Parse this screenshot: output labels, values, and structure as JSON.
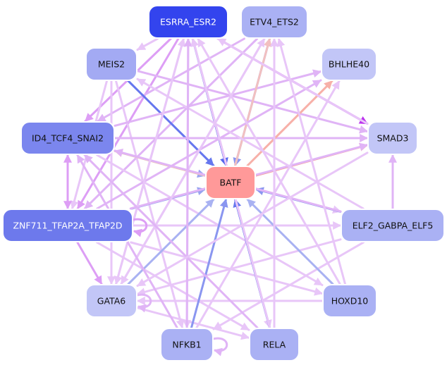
{
  "nodes": {
    "ESRRA_ESR2": {
      "label": "ESRRA_ESR2",
      "fill": "#3344ee",
      "text": "#ffffff"
    },
    "ETV4_ETS2": {
      "label": "ETV4_ETS2",
      "fill": "#aab1f4",
      "text": "#111111"
    },
    "MEIS2": {
      "label": "MEIS2",
      "fill": "#a3aaf3",
      "text": "#111111"
    },
    "BHLHE40": {
      "label": "BHLHE40",
      "fill": "#c2c6f7",
      "text": "#111111"
    },
    "ID4_TCF4_SNAI2": {
      "label": "ID4_TCF4_SNAI2",
      "fill": "#7b86ee",
      "text": "#111111"
    },
    "SMAD3": {
      "label": "SMAD3",
      "fill": "#c2c6f7",
      "text": "#111111"
    },
    "BATF": {
      "label": "BATF",
      "fill": "#ff9999",
      "text": "#111111"
    },
    "ZNF711_TFAP2A_TFAP2D": {
      "label": "ZNF711_TFAP2A_TFAP2D",
      "fill": "#6d79ec",
      "text": "#ffffff"
    },
    "ELF2_GABPA_ELF5": {
      "label": "ELF2_GABPA_ELF5",
      "fill": "#aab1f4",
      "text": "#111111"
    },
    "GATA6": {
      "label": "GATA6",
      "fill": "#c2c6f7",
      "text": "#111111"
    },
    "HOXD10": {
      "label": "HOXD10",
      "fill": "#aab1f4",
      "text": "#111111"
    },
    "NFKB1": {
      "label": "NFKB1",
      "fill": "#aab1f4",
      "text": "#111111"
    },
    "RELA": {
      "label": "RELA",
      "fill": "#aab1f4",
      "text": "#111111"
    }
  },
  "edges": [
    {
      "from": "ESRRA_ESR2",
      "to": "BATF",
      "color": "#5566ee"
    },
    {
      "from": "ESRRA_ESR2",
      "to": "SMAD3",
      "color": "#bb33ee"
    },
    {
      "from": "ESRRA_ESR2",
      "to": "MEIS2",
      "color": "#e8c6f8"
    },
    {
      "from": "ESRRA_ESR2",
      "to": "ID4_TCF4_SNAI2",
      "color": "#dd9ef5"
    },
    {
      "from": "ESRRA_ESR2",
      "to": "ZNF711_TFAP2A_TFAP2D",
      "color": "#dd9ef5"
    },
    {
      "from": "ESRRA_ESR2",
      "to": "GATA6",
      "color": "#e8c6f8"
    },
    {
      "from": "ESRRA_ESR2",
      "to": "NFKB1",
      "color": "#e8c6f8"
    },
    {
      "from": "ESRRA_ESR2",
      "to": "RELA",
      "color": "#e8c6f8"
    },
    {
      "from": "ETV4_ETS2",
      "to": "BATF",
      "color": "#8a96f0"
    },
    {
      "from": "ETV4_ETS2",
      "to": "ID4_TCF4_SNAI2",
      "color": "#e0b4f6"
    },
    {
      "from": "ETV4_ETS2",
      "to": "ZNF711_TFAP2A_TFAP2D",
      "color": "#e0b4f6"
    },
    {
      "from": "ETV4_ETS2",
      "to": "GATA6",
      "color": "#e8c6f8"
    },
    {
      "from": "MEIS2",
      "to": "BATF",
      "color": "#6677ee"
    },
    {
      "from": "MEIS2",
      "to": "SMAD3",
      "color": "#e0b4f6"
    },
    {
      "from": "MEIS2",
      "to": "GATA6",
      "color": "#e8c6f8"
    },
    {
      "from": "MEIS2",
      "to": "NFKB1",
      "color": "#e8c6f8"
    },
    {
      "from": "MEIS2",
      "to": "ZNF711_TFAP2A_TFAP2D",
      "color": "#e8c6f8"
    },
    {
      "from": "ID4_TCF4_SNAI2",
      "to": "BATF",
      "color": "#99a3f0"
    },
    {
      "from": "ID4_TCF4_SNAI2",
      "to": "SMAD3",
      "color": "#e0b4f6"
    },
    {
      "from": "ID4_TCF4_SNAI2",
      "to": "BHLHE40",
      "color": "#e0b4f6"
    },
    {
      "from": "ID4_TCF4_SNAI2",
      "to": "ZNF711_TFAP2A_TFAP2D",
      "color": "#dd9ef5"
    },
    {
      "from": "ID4_TCF4_SNAI2",
      "to": "HOXD10",
      "color": "#e8c6f8"
    },
    {
      "from": "ID4_TCF4_SNAI2",
      "to": "ELF2_GABPA_ELF5",
      "color": "#e8c6f8"
    },
    {
      "from": "BATF",
      "to": "SMAD3",
      "color": "#f7a0a0"
    },
    {
      "from": "BATF",
      "to": "BHLHE40",
      "color": "#f7b0a8"
    },
    {
      "from": "BATF",
      "to": "ETV4_ETS2",
      "color": "#f2c0c0"
    },
    {
      "from": "BATF",
      "to": "ID4_TCF4_SNAI2",
      "color": "#f8caa8"
    },
    {
      "from": "ZNF711_TFAP2A_TFAP2D",
      "to": "BATF",
      "color": "#99a3f0"
    },
    {
      "from": "ZNF711_TFAP2A_TFAP2D",
      "to": "ID4_TCF4_SNAI2",
      "color": "#dd9ef5"
    },
    {
      "from": "ZNF711_TFAP2A_TFAP2D",
      "to": "GATA6",
      "color": "#dd9ef5"
    },
    {
      "from": "ZNF711_TFAP2A_TFAP2D",
      "to": "SMAD3",
      "color": "#e0b4f6"
    },
    {
      "from": "ZNF711_TFAP2A_TFAP2D",
      "to": "BHLHE40",
      "color": "#e0b4f6"
    },
    {
      "from": "ZNF711_TFAP2A_TFAP2D",
      "to": "HOXD10",
      "color": "#e8c6f8"
    },
    {
      "from": "ZNF711_TFAP2A_TFAP2D",
      "to": "RELA",
      "color": "#e8c6f8"
    },
    {
      "from": "ZNF711_TFAP2A_TFAP2D",
      "to": "ELF2_GABPA_ELF5",
      "color": "#e8c6f8"
    },
    {
      "from": "ELF2_GABPA_ELF5",
      "to": "BATF",
      "color": "#8a96f0"
    },
    {
      "from": "ELF2_GABPA_ELF5",
      "to": "SMAD3",
      "color": "#e0b4f6"
    },
    {
      "from": "ELF2_GABPA_ELF5",
      "to": "ID4_TCF4_SNAI2",
      "color": "#e0b4f6"
    },
    {
      "from": "ELF2_GABPA_ELF5",
      "to": "GATA6",
      "color": "#e8c6f8"
    },
    {
      "from": "ELF2_GABPA_ELF5",
      "to": "NFKB1",
      "color": "#e8c6f8"
    },
    {
      "from": "ELF2_GABPA_ELF5",
      "to": "MEIS2",
      "color": "#e8c6f8"
    },
    {
      "from": "GATA6",
      "to": "BATF",
      "color": "#a9b2f2"
    },
    {
      "from": "GATA6",
      "to": "ETV4_ETS2",
      "color": "#e8c6f8"
    },
    {
      "from": "GATA6",
      "to": "ESRRA_ESR2",
      "color": "#e8c6f8"
    },
    {
      "from": "GATA6",
      "to": "RELA",
      "color": "#e8c6f8"
    },
    {
      "from": "HOXD10",
      "to": "BATF",
      "color": "#a9b2f2"
    },
    {
      "from": "HOXD10",
      "to": "ETV4_ETS2",
      "color": "#e8c6f8"
    },
    {
      "from": "HOXD10",
      "to": "GATA6",
      "color": "#e8c6f8"
    },
    {
      "from": "HOXD10",
      "to": "ESRRA_ESR2",
      "color": "#e8c6f8"
    },
    {
      "from": "NFKB1",
      "to": "BATF",
      "color": "#8a96f0"
    },
    {
      "from": "NFKB1",
      "to": "ID4_TCF4_SNAI2",
      "color": "#e0b4f6"
    },
    {
      "from": "NFKB1",
      "to": "ESRRA_ESR2",
      "color": "#e0b4f6"
    },
    {
      "from": "NFKB1",
      "to": "BHLHE40",
      "color": "#e8c6f8"
    },
    {
      "from": "RELA",
      "to": "BATF",
      "color": "#6677ee"
    },
    {
      "from": "RELA",
      "to": "ID4_TCF4_SNAI2",
      "color": "#e0b4f6"
    },
    {
      "from": "RELA",
      "to": "ESRRA_ESR2",
      "color": "#e8c6f8"
    },
    {
      "from": "RELA",
      "to": "ETV4_ETS2",
      "color": "#e8c6f8"
    },
    {
      "from": "SMAD3",
      "to": "GATA6",
      "color": "#e8c6f8"
    },
    {
      "from": "SMAD3",
      "to": "ESRRA_ESR2",
      "color": "#e8c6f8"
    }
  ],
  "self_loops": [
    {
      "node": "ZNF711_TFAP2A_TFAP2D",
      "color": "#dd9ef5"
    },
    {
      "node": "GATA6",
      "color": "#e0b4f6"
    },
    {
      "node": "NFKB1",
      "color": "#e0b4f6"
    }
  ]
}
